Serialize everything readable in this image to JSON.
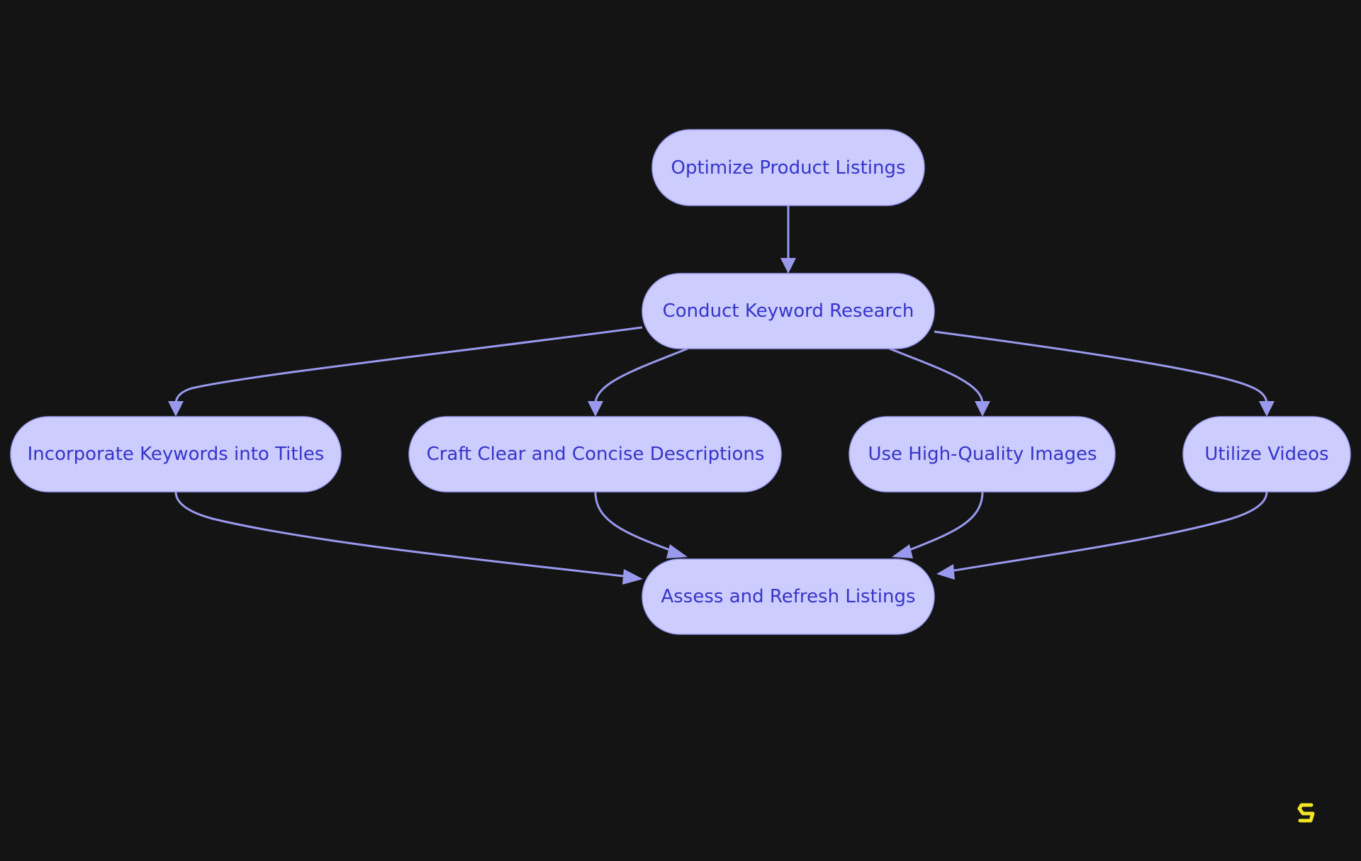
{
  "diagram": {
    "nodes": [
      {
        "id": "optimize",
        "label": "Optimize Product Listings"
      },
      {
        "id": "research",
        "label": "Conduct Keyword Research"
      },
      {
        "id": "titles",
        "label": "Incorporate Keywords into Titles"
      },
      {
        "id": "descriptions",
        "label": "Craft Clear and Concise Descriptions"
      },
      {
        "id": "images",
        "label": "Use High-Quality Images"
      },
      {
        "id": "videos",
        "label": "Utilize Videos"
      },
      {
        "id": "assess",
        "label": "Assess and Refresh Listings"
      }
    ],
    "edges": [
      {
        "from": "optimize",
        "to": "research"
      },
      {
        "from": "research",
        "to": "titles"
      },
      {
        "from": "research",
        "to": "descriptions"
      },
      {
        "from": "research",
        "to": "images"
      },
      {
        "from": "research",
        "to": "videos"
      },
      {
        "from": "titles",
        "to": "assess"
      },
      {
        "from": "descriptions",
        "to": "assess"
      },
      {
        "from": "images",
        "to": "assess"
      },
      {
        "from": "videos",
        "to": "assess"
      }
    ]
  },
  "colors": {
    "background": "#141414",
    "node_fill": "#CCCCFF",
    "node_stroke": "#9B9BF0",
    "node_text": "#3535C8",
    "edge": "#9999EE",
    "logo": "#F2E526"
  },
  "logo": {
    "icon": "brand-logo-icon"
  }
}
